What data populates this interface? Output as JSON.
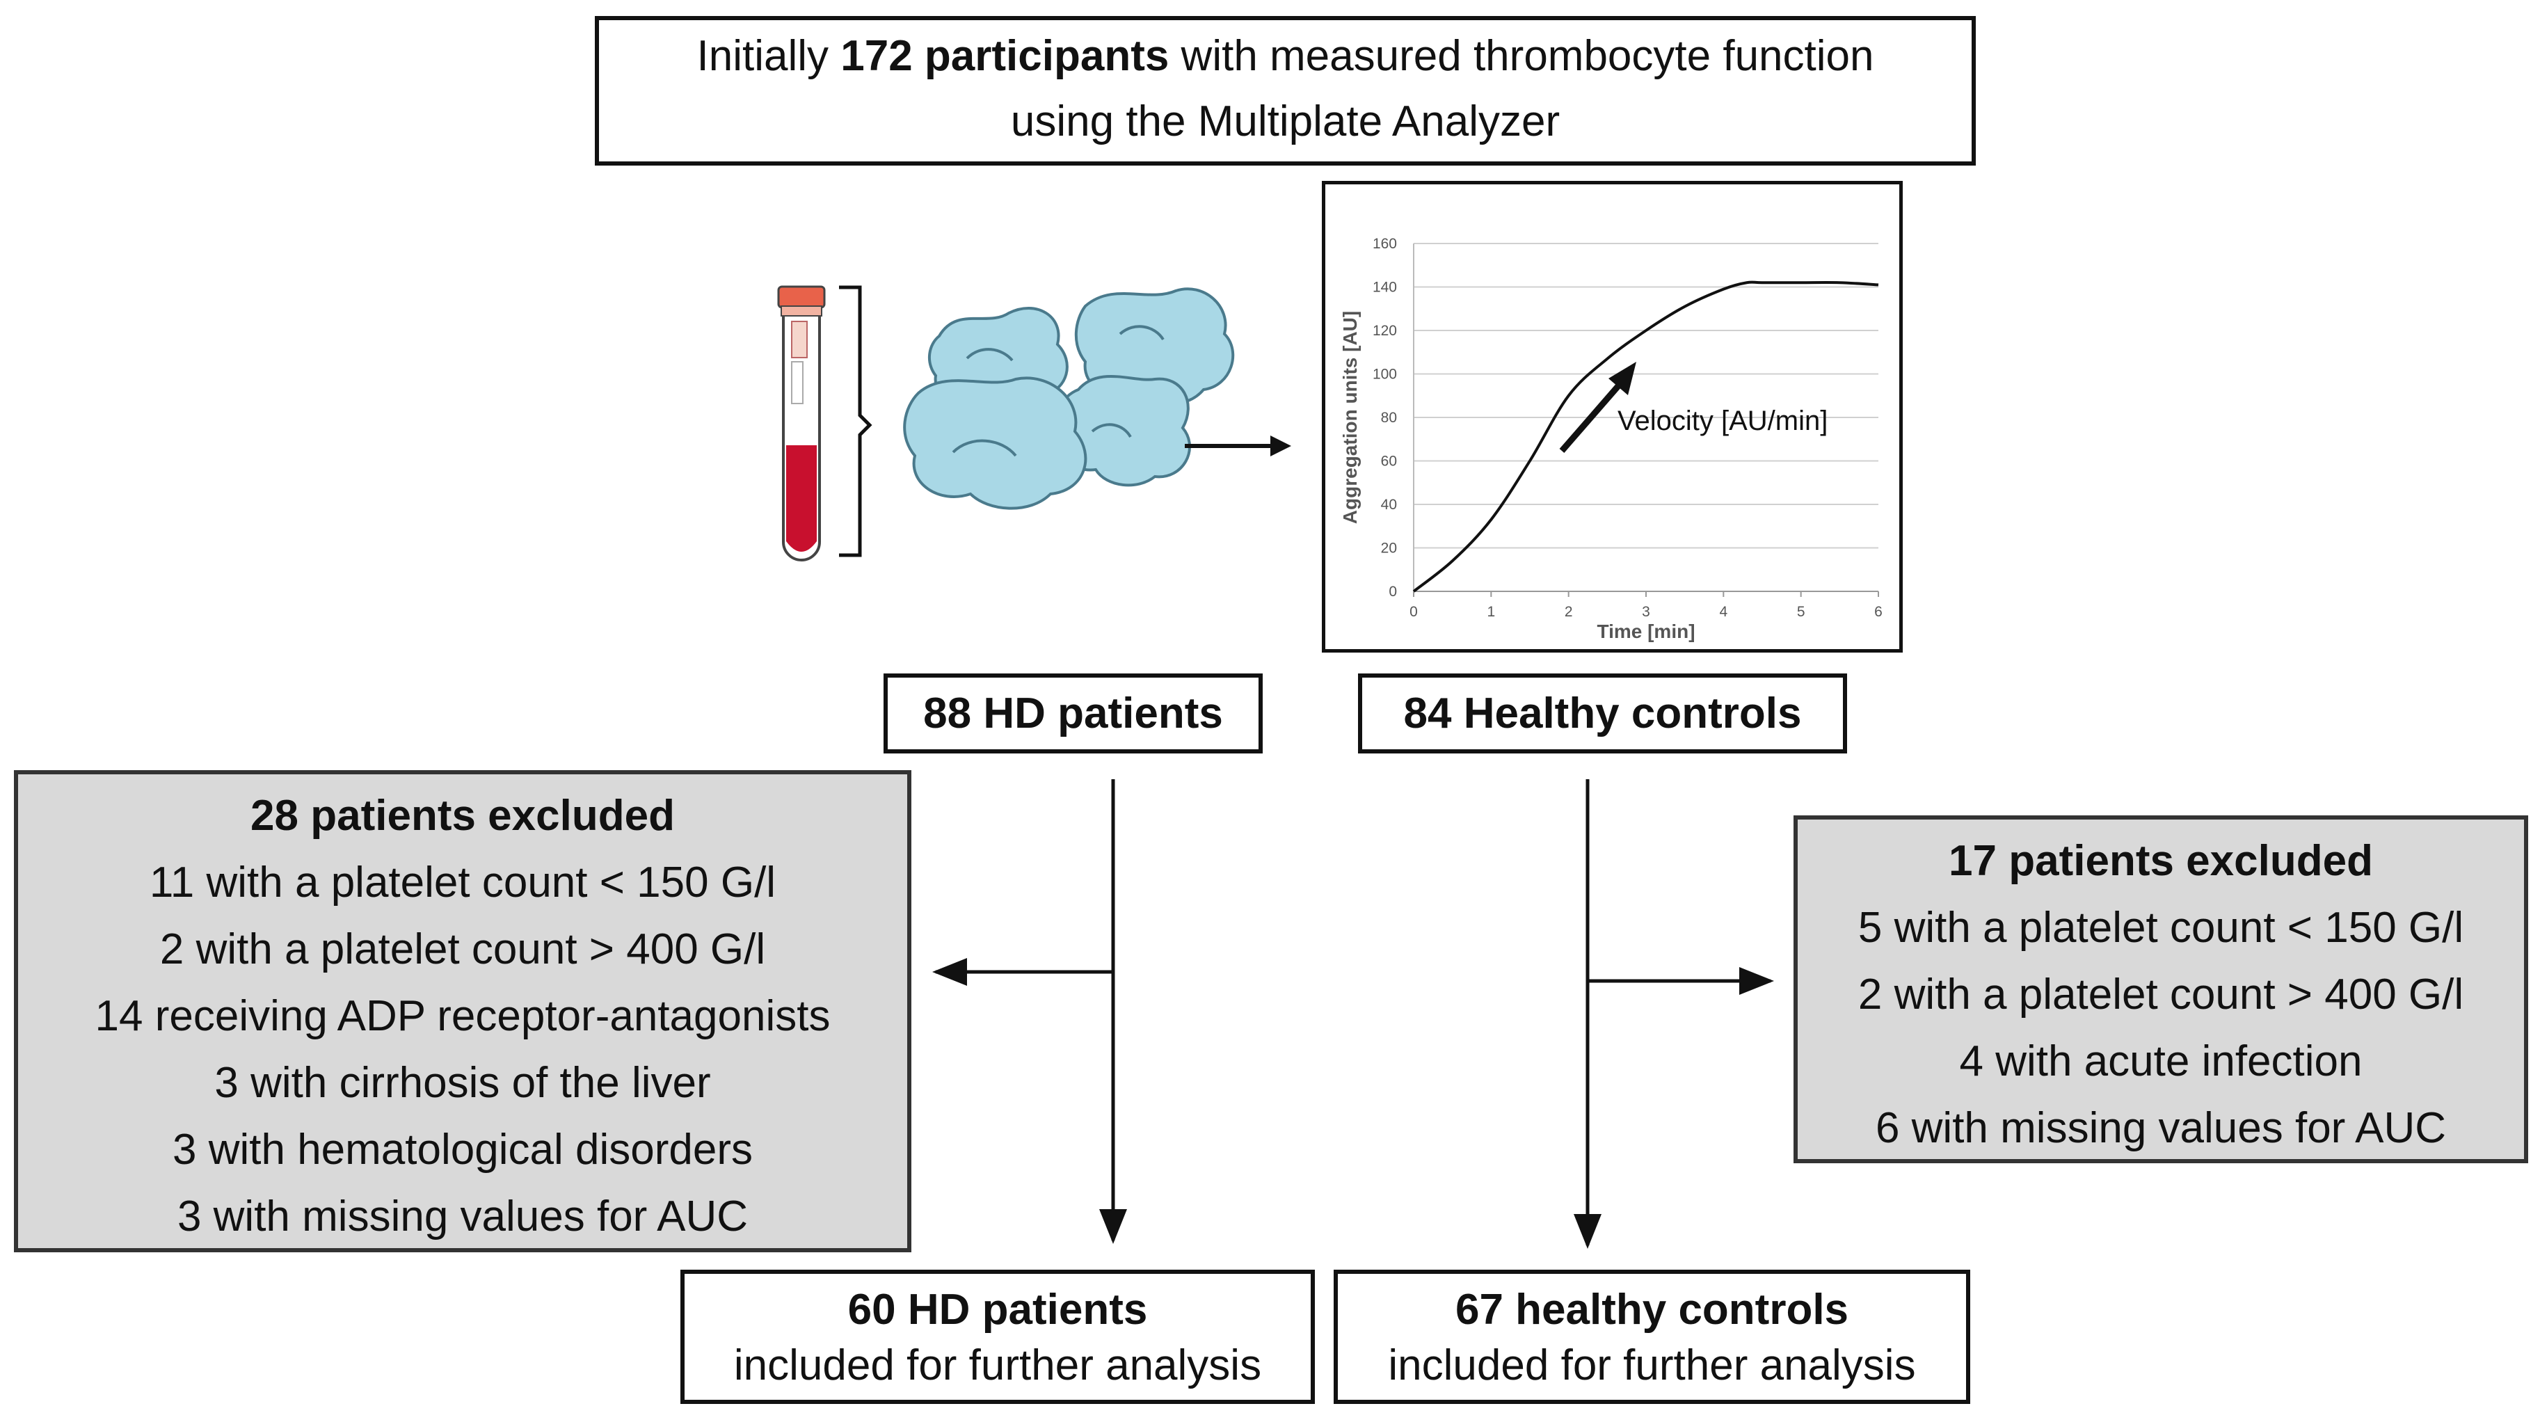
{
  "top": {
    "prefix": "Initially ",
    "count": "172 participants",
    "suffix": " with measured thrombocyte function",
    "line2": "using the Multiplate Analyzer"
  },
  "chart_data": {
    "type": "line",
    "xlabel": "Time [min]",
    "ylabel": "Aggregation units [AU]",
    "xlim": [
      0,
      6
    ],
    "ylim": [
      0,
      160
    ],
    "x_ticks": [
      "0",
      "1",
      "2",
      "3",
      "4",
      "5",
      "6"
    ],
    "y_ticks": [
      "0",
      "20",
      "40",
      "60",
      "80",
      "100",
      "120",
      "140",
      "160"
    ],
    "grid": "horizontal",
    "annotation": "Velocity [AU/min]",
    "series": [
      {
        "x": [
          0,
          0.5,
          1,
          1.5,
          2,
          2.5,
          3,
          3.5,
          4,
          4.3,
          4.5,
          5,
          5.5,
          6
        ],
        "values": [
          0,
          14,
          33,
          60,
          90,
          107,
          120,
          131,
          139,
          142,
          142,
          142,
          142,
          141
        ]
      }
    ]
  },
  "hd": {
    "label": "88 HD patients"
  },
  "hc": {
    "label": "84 Healthy controls"
  },
  "hd_excluded": {
    "title": "28 patients excluded",
    "items": [
      "11 with a platelet count < 150 G/l",
      "2 with a platelet count > 400 G/l",
      "14 receiving ADP receptor-antagonists",
      "3 with cirrhosis of the liver",
      "3 with hematological disorders",
      "3 with missing values for AUC"
    ]
  },
  "hc_excluded": {
    "title": "17 patients excluded",
    "items": [
      "5 with a platelet count < 150 G/l",
      "2 with a platelet count > 400 G/l",
      "4 with acute infection",
      "6 with missing values for AUC"
    ]
  },
  "hd_final": {
    "title": "60 HD patients",
    "subtitle": "included for further analysis"
  },
  "hc_final": {
    "title": "67 healthy controls",
    "subtitle": "included for further analysis"
  },
  "colors": {
    "line": "#111111",
    "grey_box": "#d9d9d9",
    "cells": "#a9d8e6",
    "blood": "#c8102e",
    "tube_cap": "#e8624a"
  },
  "icons": {
    "sample": "blood-tube-icon",
    "platelets": "platelet-cluster-icon"
  }
}
